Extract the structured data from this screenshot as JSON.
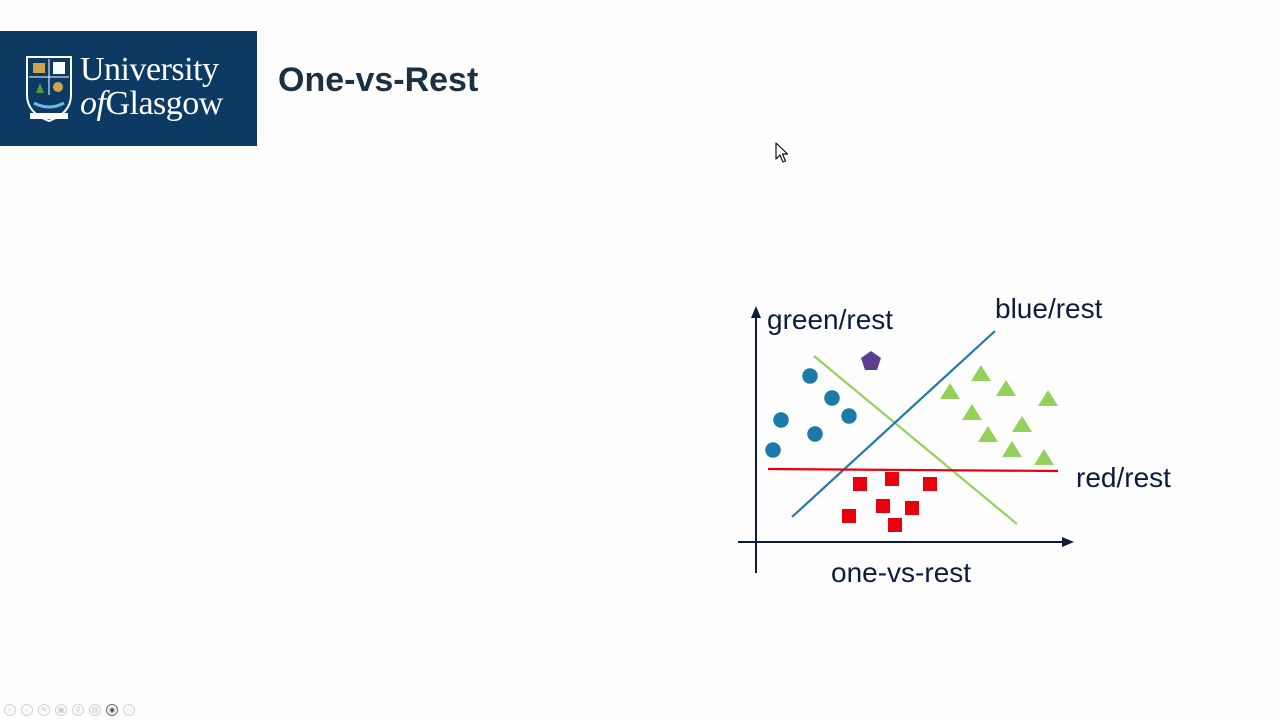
{
  "logo": {
    "line1": "University",
    "line2_of": "of",
    "line2_name": "Glasgow",
    "background": "#0d3a62"
  },
  "slide": {
    "title": "One-vs-Rest"
  },
  "diagram": {
    "labels": {
      "green_rest": "green/rest",
      "blue_rest": "blue/rest",
      "red_rest": "red/rest",
      "caption": "one-vs-rest"
    },
    "colors": {
      "blue": "#1b7aa8",
      "green": "#93d15b",
      "red": "#e8000f",
      "purple": "#5e3f8f",
      "axis": "#0d1b3c"
    },
    "shapes": {
      "blue": "circle",
      "green": "triangle",
      "red": "square",
      "query": "pentagon"
    }
  },
  "toolbar": {
    "icons": [
      "previous-icon",
      "next-icon",
      "pen-icon",
      "slides-icon",
      "zoom-icon",
      "subtitles-icon",
      "camera-icon",
      "more-icon"
    ]
  }
}
